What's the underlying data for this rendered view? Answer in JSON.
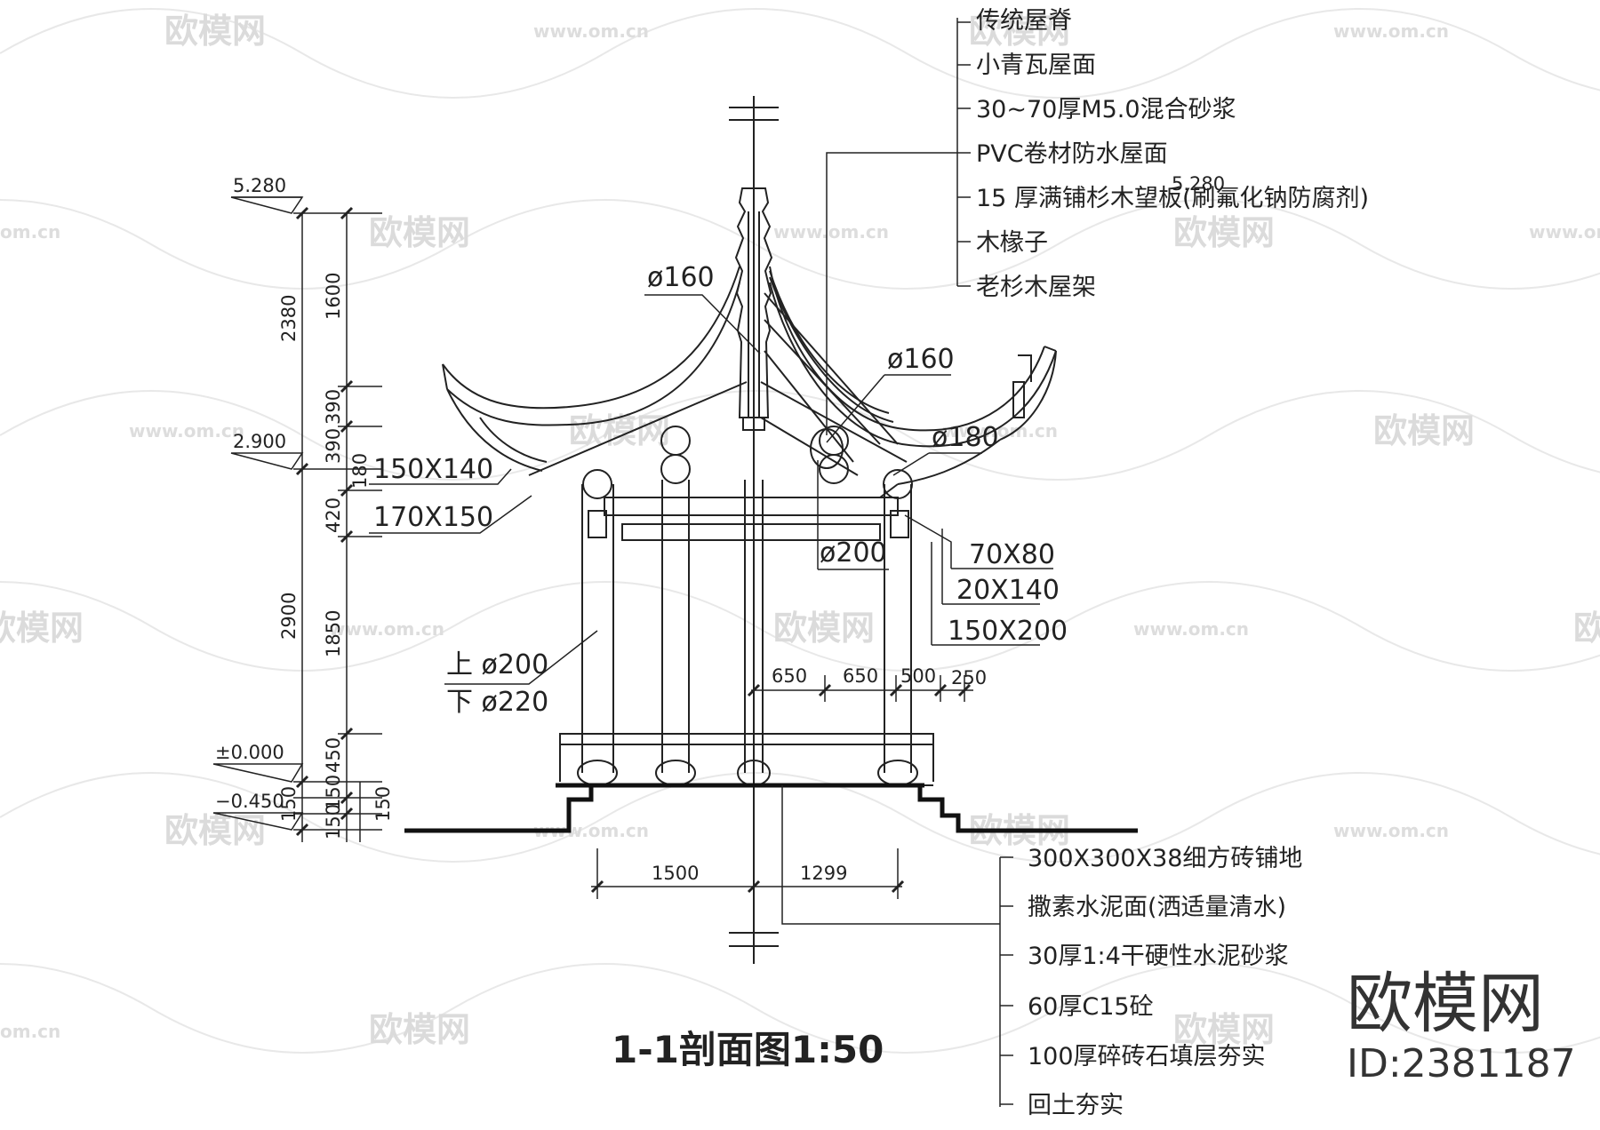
{
  "title": "1-1剖面图1:50",
  "brand": {
    "name": "欧模网",
    "id": "ID:2381187"
  },
  "watermark": {
    "name": "欧模网",
    "url": "www.om.cn",
    "url_short": "om.cn"
  },
  "elevations": [
    "5.280",
    "2.900",
    "±0.000",
    "−0.450"
  ],
  "left_dims": {
    "outer": [
      "2380",
      "2900"
    ],
    "inner": [
      "1600",
      "390",
      "390",
      "180",
      "420",
      "1850",
      "450",
      "150",
      "150"
    ],
    "small": [
      "150",
      "150"
    ]
  },
  "bottom_dims": [
    "1500",
    "1299"
  ],
  "mid_dims": [
    "650",
    "650",
    "500",
    "250"
  ],
  "roof_layers": [
    "传统屋脊",
    "小青瓦屋面",
    "30~70厚M5.0混合砂浆",
    "PVC卷材防水屋面",
    "15 厚满铺杉木望板(刷氟化钠防腐剂)",
    "木椽子",
    "老杉木屋架"
  ],
  "floor_layers": [
    "300X300X38细方砖铺地",
    "撒素水泥面(洒适量清水)",
    "30厚1:4干硬性水泥砂浆",
    "60厚C15砼",
    "100厚碎砖石填层夯实",
    "回土夯实"
  ],
  "callouts": {
    "d160_top": "ø160",
    "d160_right": "ø160",
    "d180": "ø180",
    "d200": "ø200",
    "beam_150x140": "150X140",
    "beam_170x150": "170X150",
    "s70x80": "70X80",
    "s20x140": "20X140",
    "s150x200": "150X200",
    "col_top": "上 ø200",
    "col_bottom": "下 ø220"
  },
  "ghost_5280": "5.280",
  "colors": {
    "line": "#222222",
    "watermark": "#d8d8d8",
    "background": "#ffffff"
  }
}
